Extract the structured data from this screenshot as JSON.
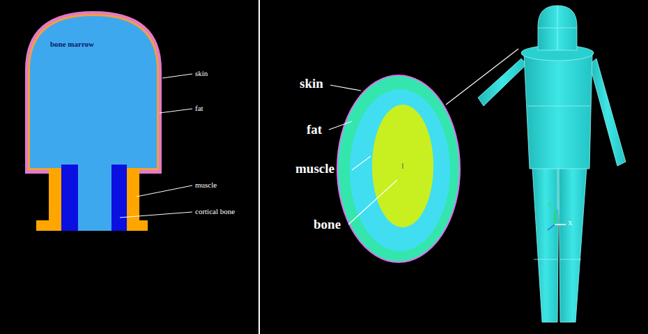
{
  "diagram": {
    "labels": [
      "bone marrow",
      "skin",
      "fat",
      "muscle",
      "cortical bone",
      "skin",
      "fat",
      "muscle",
      "bone",
      "Y",
      "X"
    ]
  }
}
